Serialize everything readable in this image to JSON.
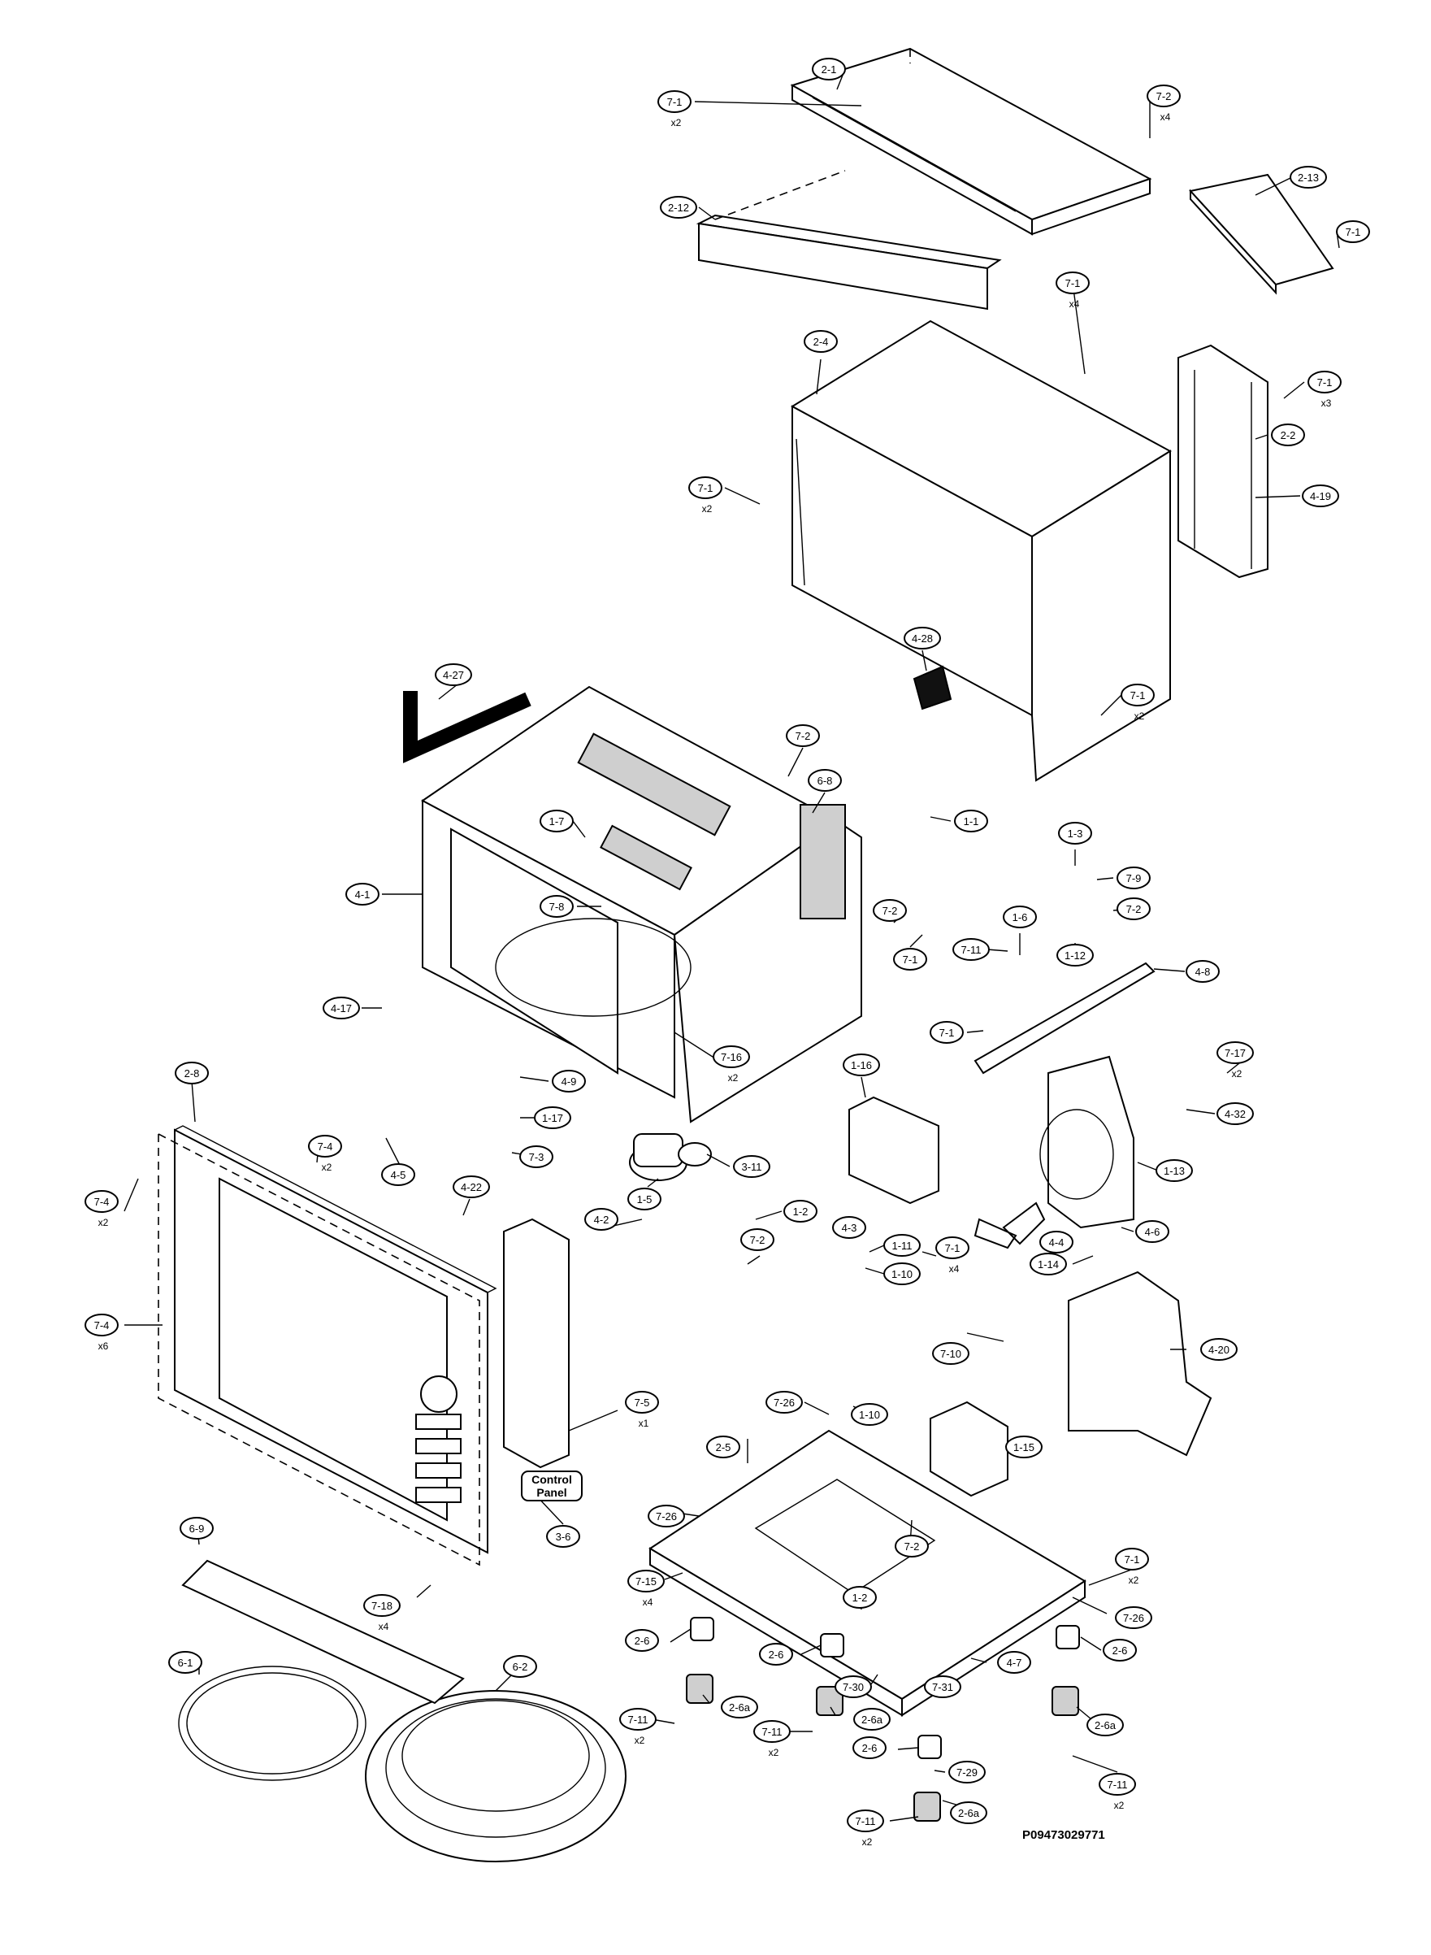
{
  "drawing_number": "P09473029771",
  "control_panel_caption": "Control\nPanel",
  "callouts": [
    {
      "id": "2-1",
      "label": "2-1",
      "qty": ""
    },
    {
      "id": "7-1a",
      "label": "7-1",
      "qty": "x2"
    },
    {
      "id": "7-2a",
      "label": "7-2",
      "qty": "x4"
    },
    {
      "id": "2-12",
      "label": "2-12",
      "qty": ""
    },
    {
      "id": "2-13",
      "label": "2-13",
      "qty": ""
    },
    {
      "id": "7-1b",
      "label": "7-1",
      "qty": ""
    },
    {
      "id": "7-1c",
      "label": "7-1",
      "qty": "x4"
    },
    {
      "id": "2-4",
      "label": "2-4",
      "qty": ""
    },
    {
      "id": "7-1d",
      "label": "7-1",
      "qty": "x3"
    },
    {
      "id": "2-2",
      "label": "2-2",
      "qty": ""
    },
    {
      "id": "7-1e",
      "label": "7-1",
      "qty": "x2"
    },
    {
      "id": "4-19",
      "label": "4-19",
      "qty": ""
    },
    {
      "id": "4-28",
      "label": "4-28",
      "qty": ""
    },
    {
      "id": "4-27",
      "label": "4-27",
      "qty": ""
    },
    {
      "id": "7-1f",
      "label": "7-1",
      "qty": "x2"
    },
    {
      "id": "7-2b",
      "label": "7-2",
      "qty": ""
    },
    {
      "id": "6-8",
      "label": "6-8",
      "qty": ""
    },
    {
      "id": "1-1",
      "label": "1-1",
      "qty": ""
    },
    {
      "id": "1-7",
      "label": "1-7",
      "qty": ""
    },
    {
      "id": "1-3",
      "label": "1-3",
      "qty": ""
    },
    {
      "id": "7-9",
      "label": "7-9",
      "qty": ""
    },
    {
      "id": "4-1",
      "label": "4-1",
      "qty": ""
    },
    {
      "id": "7-8",
      "label": "7-8",
      "qty": ""
    },
    {
      "id": "7-2c",
      "label": "7-2",
      "qty": ""
    },
    {
      "id": "7-1g",
      "label": "7-1",
      "qty": ""
    },
    {
      "id": "1-6",
      "label": "1-6",
      "qty": ""
    },
    {
      "id": "7-11a",
      "label": "7-11",
      "qty": ""
    },
    {
      "id": "1-12",
      "label": "1-12",
      "qty": ""
    },
    {
      "id": "7-2d",
      "label": "7-2",
      "qty": ""
    },
    {
      "id": "4-8",
      "label": "4-8",
      "qty": ""
    },
    {
      "id": "4-17",
      "label": "4-17",
      "qty": ""
    },
    {
      "id": "7-1h",
      "label": "7-1",
      "qty": ""
    },
    {
      "id": "7-16",
      "label": "7-16",
      "qty": "x2"
    },
    {
      "id": "7-17",
      "label": "7-17",
      "qty": "x2"
    },
    {
      "id": "2-8",
      "label": "2-8",
      "qty": ""
    },
    {
      "id": "4-9",
      "label": "4-9",
      "qty": ""
    },
    {
      "id": "1-16",
      "label": "1-16",
      "qty": ""
    },
    {
      "id": "4-32",
      "label": "4-32",
      "qty": ""
    },
    {
      "id": "1-17",
      "label": "1-17",
      "qty": ""
    },
    {
      "id": "7-4a",
      "label": "7-4",
      "qty": "x2"
    },
    {
      "id": "7-3",
      "label": "7-3",
      "qty": ""
    },
    {
      "id": "4-5",
      "label": "4-5",
      "qty": ""
    },
    {
      "id": "3-11",
      "label": "3-11",
      "qty": ""
    },
    {
      "id": "1-13",
      "label": "1-13",
      "qty": ""
    },
    {
      "id": "4-22",
      "label": "4-22",
      "qty": ""
    },
    {
      "id": "1-5",
      "label": "1-5",
      "qty": ""
    },
    {
      "id": "7-4b",
      "label": "7-4",
      "qty": "x2"
    },
    {
      "id": "1-2a",
      "label": "1-2",
      "qty": ""
    },
    {
      "id": "4-3",
      "label": "4-3",
      "qty": ""
    },
    {
      "id": "4-6",
      "label": "4-6",
      "qty": ""
    },
    {
      "id": "4-2",
      "label": "4-2",
      "qty": ""
    },
    {
      "id": "7-2e",
      "label": "7-2",
      "qty": ""
    },
    {
      "id": "1-11",
      "label": "1-11",
      "qty": ""
    },
    {
      "id": "7-1i",
      "label": "7-1",
      "qty": "x4"
    },
    {
      "id": "4-4",
      "label": "4-4",
      "qty": ""
    },
    {
      "id": "1-10a",
      "label": "1-10",
      "qty": ""
    },
    {
      "id": "1-14",
      "label": "1-14",
      "qty": ""
    },
    {
      "id": "7-4c",
      "label": "7-4",
      "qty": "x6"
    },
    {
      "id": "7-10",
      "label": "7-10",
      "qty": ""
    },
    {
      "id": "4-20",
      "label": "4-20",
      "qty": ""
    },
    {
      "id": "7-5",
      "label": "7-5",
      "qty": "x1"
    },
    {
      "id": "7-26a",
      "label": "7-26",
      "qty": ""
    },
    {
      "id": "1-10b",
      "label": "1-10",
      "qty": ""
    },
    {
      "id": "1-15",
      "label": "1-15",
      "qty": ""
    },
    {
      "id": "2-5",
      "label": "2-5",
      "qty": ""
    },
    {
      "id": "3-6",
      "label": "3-6",
      "qty": ""
    },
    {
      "id": "7-26b",
      "label": "7-26",
      "qty": ""
    },
    {
      "id": "6-9",
      "label": "6-9",
      "qty": ""
    },
    {
      "id": "7-2f",
      "label": "7-2",
      "qty": ""
    },
    {
      "id": "7-15",
      "label": "7-15",
      "qty": "x4"
    },
    {
      "id": "7-1j",
      "label": "7-1",
      "qty": "x2"
    },
    {
      "id": "7-18",
      "label": "7-18",
      "qty": "x4"
    },
    {
      "id": "1-2b",
      "label": "1-2",
      "qty": ""
    },
    {
      "id": "7-26c",
      "label": "7-26",
      "qty": ""
    },
    {
      "id": "2-6a",
      "label": "2-6",
      "qty": ""
    },
    {
      "id": "2-6b",
      "label": "2-6",
      "qty": ""
    },
    {
      "id": "4-7",
      "label": "4-7",
      "qty": ""
    },
    {
      "id": "6-1",
      "label": "6-1",
      "qty": ""
    },
    {
      "id": "6-2",
      "label": "6-2",
      "qty": ""
    },
    {
      "id": "7-30",
      "label": "7-30",
      "qty": ""
    },
    {
      "id": "7-31",
      "label": "7-31",
      "qty": ""
    },
    {
      "id": "2-6c",
      "label": "2-6",
      "qty": ""
    },
    {
      "id": "2-6aa",
      "label": "2-6a",
      "qty": ""
    },
    {
      "id": "2-6ab",
      "label": "2-6a",
      "qty": ""
    },
    {
      "id": "2-6ac",
      "label": "2-6a",
      "qty": ""
    },
    {
      "id": "7-11b",
      "label": "7-11",
      "qty": "x2"
    },
    {
      "id": "7-11c",
      "label": "7-11",
      "qty": "x2"
    },
    {
      "id": "2-6d",
      "label": "2-6",
      "qty": ""
    },
    {
      "id": "7-29",
      "label": "7-29",
      "qty": ""
    },
    {
      "id": "7-11d",
      "label": "7-11",
      "qty": "x2"
    },
    {
      "id": "2-6ad",
      "label": "2-6a",
      "qty": ""
    },
    {
      "id": "7-11e",
      "label": "7-11",
      "qty": "x2"
    }
  ]
}
